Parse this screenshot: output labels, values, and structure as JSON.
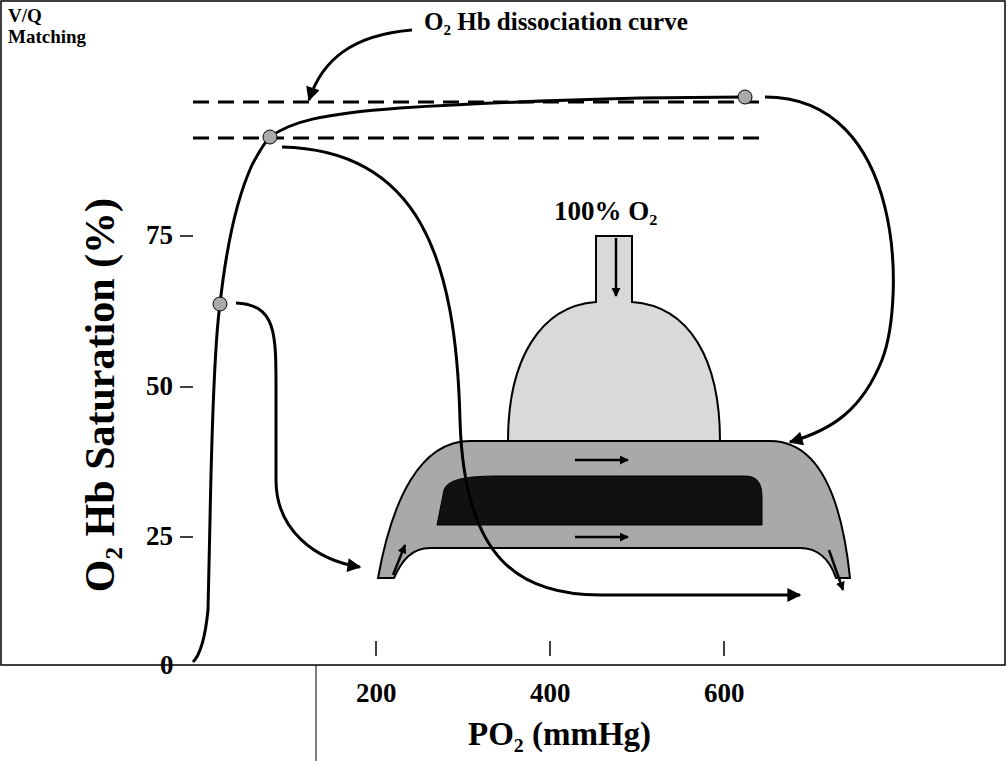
{
  "diagram": {
    "labels": [
      "V/Q Matching",
      "O₂ Hb dissociation curve",
      "100% O₂",
      "75",
      "50",
      "25",
      "0",
      "200",
      "400",
      "600",
      "O₂ Hb Saturation (%)",
      "PO₂ (mmHg)"
    ]
  }
}
